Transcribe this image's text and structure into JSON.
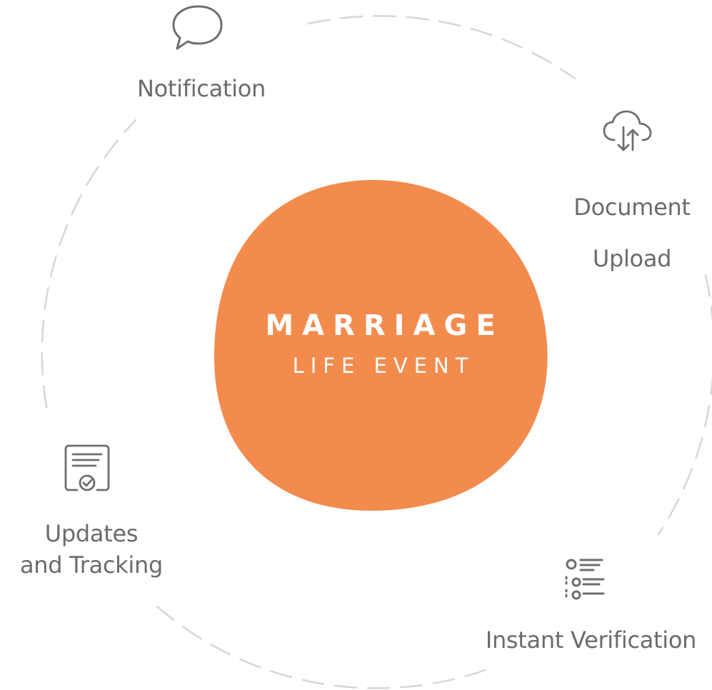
{
  "diagram": {
    "center": {
      "title": "MARRIAGE",
      "subtitle": "LIFE EVENT",
      "color": "#f38b4c"
    },
    "ring": {
      "color": "#d6d6d6",
      "style": "dashed"
    },
    "steps": [
      {
        "icon": "speech-bubble-icon",
        "label": "Notification"
      },
      {
        "icon": "cloud-sync-icon",
        "label_lines": [
          "Document",
          "Upload"
        ]
      },
      {
        "icon": "checklist-icon",
        "label": "Instant Verification"
      },
      {
        "icon": "certificate-icon",
        "label_lines": [
          "Updates",
          "and Tracking"
        ]
      }
    ],
    "text_color": "#6b6b6b",
    "icon_color": "#6e6e6e"
  }
}
